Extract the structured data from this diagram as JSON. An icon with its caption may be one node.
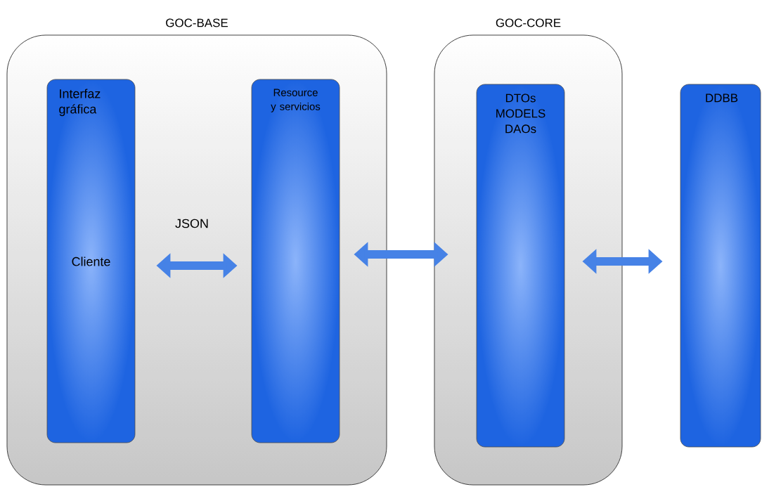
{
  "diagram": {
    "nodes": [
      {
        "text": [
          "GOC-BASE"
        ]
      },
      {
        "text": [
          "Interfaz gráfica",
          "Cliente"
        ],
        "in": 0
      },
      {
        "text": [
          "Resource y servicios"
        ],
        "in": 0
      },
      {
        "text": [
          "GOC-CORE"
        ]
      },
      {
        "text": [
          "DTOs MODELS DAOs"
        ],
        "in": 3
      },
      {
        "text": [
          "DDBB"
        ]
      }
    ],
    "edges": [
      {
        "from": 1,
        "to": 2,
        "arrow": "both",
        "label": "JSON"
      },
      {
        "from": 2,
        "to": 4,
        "arrow": "both"
      },
      {
        "from": 4,
        "to": 5,
        "arrow": "both"
      }
    ]
  }
}
